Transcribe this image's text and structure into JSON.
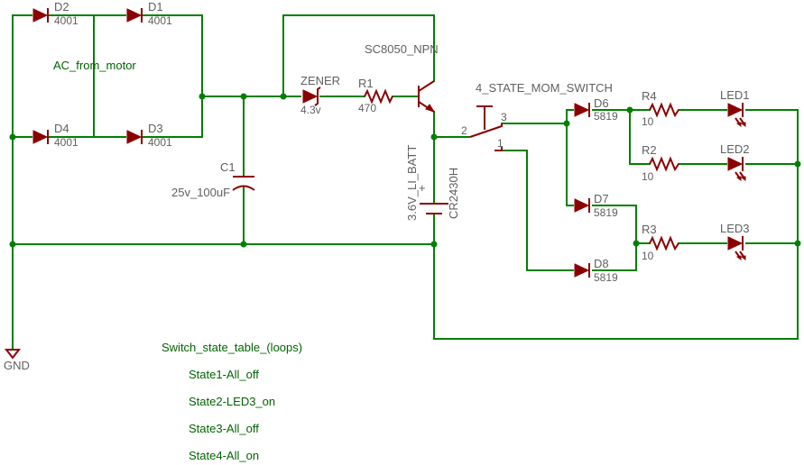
{
  "colors": {
    "wire": "#008000",
    "part": "#8b0000",
    "label": "#606060",
    "net_label": "#006400",
    "background": "#ffffff"
  },
  "net": {
    "ac_from_motor": "AC_from_motor",
    "gnd": "GND"
  },
  "parts": {
    "d1": {
      "name": "D1",
      "value": "4001"
    },
    "d2": {
      "name": "D2",
      "value": "4001"
    },
    "d3": {
      "name": "D3",
      "value": "4001"
    },
    "d4": {
      "name": "D4",
      "value": "4001"
    },
    "c1": {
      "name": "C1",
      "value": "25v_100uF"
    },
    "zener": {
      "name": "ZENER",
      "value": "4.3v"
    },
    "r1": {
      "name": "R1",
      "value": "470"
    },
    "transistor": {
      "name": "SC8050_NPN"
    },
    "battery": {
      "name": "3.6V_LI_BATT",
      "value": "CR2430H",
      "plus": "+"
    },
    "switch": {
      "name": "4_STATE_MOM_SWITCH",
      "pin1": "1",
      "pin2": "2",
      "pin3": "3"
    },
    "d6": {
      "name": "D6",
      "value": "5819"
    },
    "d7": {
      "name": "D7",
      "value": "5819"
    },
    "d8": {
      "name": "D8",
      "value": "5819"
    },
    "r2": {
      "name": "R2",
      "value": "10"
    },
    "r3": {
      "name": "R3",
      "value": "10"
    },
    "r4": {
      "name": "R4",
      "value": "10"
    },
    "led1": {
      "name": "LED1"
    },
    "led2": {
      "name": "LED2"
    },
    "led3": {
      "name": "LED3"
    }
  },
  "notes": {
    "title": "Switch_state_table_(loops)",
    "states": [
      "State1-All_off",
      "State2-LED3_on",
      "State3-All_off",
      "State4-All_on"
    ]
  }
}
